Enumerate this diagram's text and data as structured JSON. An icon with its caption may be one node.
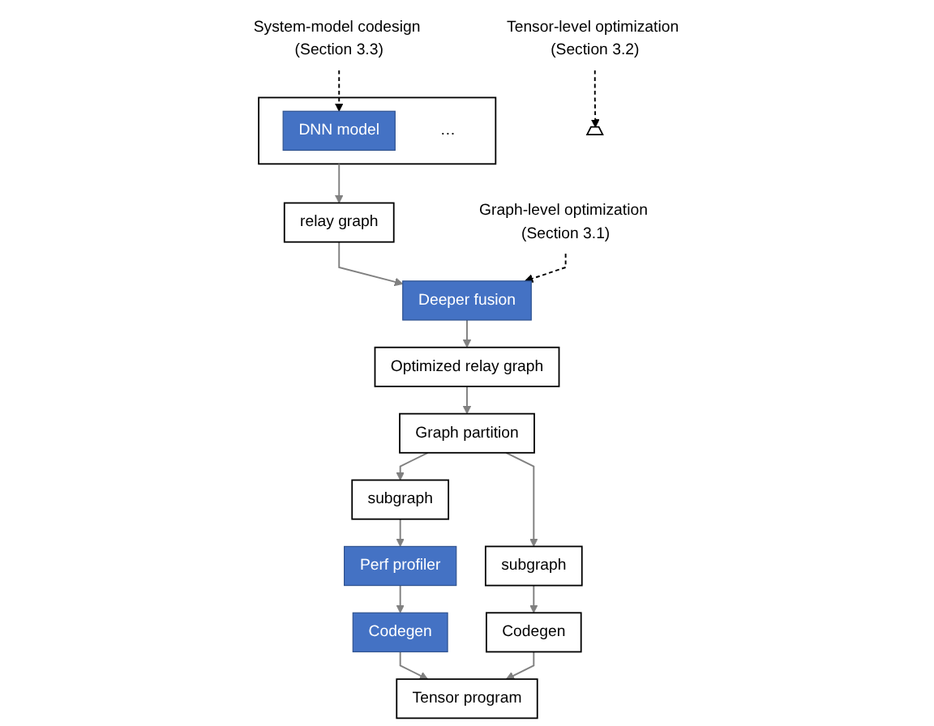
{
  "diagram": {
    "nodes": [
      {
        "text": [],
        "shape": "box"
      },
      {
        "text": [
          "DNN model"
        ],
        "in": 0
      },
      {
        "text": [
          "…"
        ],
        "in": 0
      },
      {
        "text": [
          "relay graph"
        ]
      },
      {
        "text": [
          "Deeper fusion"
        ]
      },
      {
        "text": [
          "Optimized relay graph"
        ]
      },
      {
        "text": [
          "Graph partition"
        ]
      },
      {
        "text": [
          "subgraph"
        ]
      },
      {
        "text": [
          "subgraph"
        ]
      },
      {
        "text": [
          "Perf profiler"
        ]
      },
      {
        "text": [
          "Codegen"
        ]
      },
      {
        "text": [
          "Codegen"
        ]
      },
      {
        "text": [
          "Tensor program"
        ]
      },
      {
        "text": [
          "System-model codesign (Section 3.3)"
        ]
      },
      {
        "text": [
          "Graph-level optimization (Section 3.1)"
        ]
      },
      {
        "text": [
          "Tensor-level optimization (Section 3.2)"
        ]
      },
      {
        "text": [],
        "shape": "bracket"
      }
    ],
    "edges": [
      {
        "from": 0,
        "to": 3,
        "arrow": "to"
      },
      {
        "from": 3,
        "to": 4,
        "arrow": "to"
      },
      {
        "from": 4,
        "to": 5,
        "arrow": "to"
      },
      {
        "from": 5,
        "to": 6,
        "arrow": "to"
      },
      {
        "from": 6,
        "to": 7,
        "arrow": "to"
      },
      {
        "from": 6,
        "to": 8,
        "arrow": "to"
      },
      {
        "from": 7,
        "to": 9,
        "arrow": "to"
      },
      {
        "from": 9,
        "to": 10,
        "arrow": "to"
      },
      {
        "from": 8,
        "to": 11,
        "arrow": "to"
      },
      {
        "from": 10,
        "to": 12,
        "arrow": "to"
      },
      {
        "from": 11,
        "to": 12,
        "arrow": "to"
      },
      {
        "from": 13,
        "to": 1,
        "arrow": "to",
        "style": "dashed",
        "color": "#000000"
      },
      {
        "from": 14,
        "to": 4,
        "arrow": "to",
        "style": "dashed",
        "color": "#000000"
      },
      {
        "from": 15,
        "to": 16,
        "arrow": "to",
        "style": "dashed",
        "color": "#000000"
      }
    ]
  }
}
